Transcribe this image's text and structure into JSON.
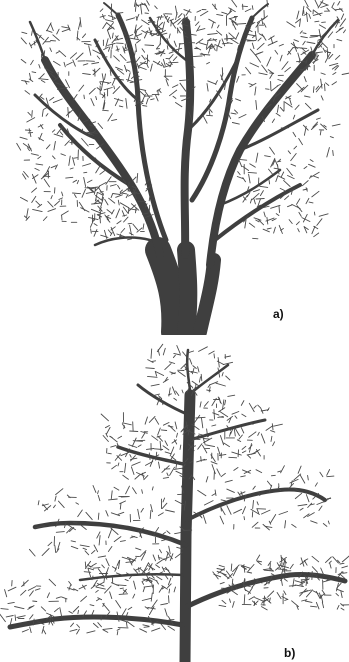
{
  "figure": {
    "panels": [
      {
        "id": "a",
        "label": "a)",
        "ink_color": "#3f3f3f"
      },
      {
        "id": "b",
        "label": "b)",
        "ink_color": "#3f3f3f"
      }
    ]
  }
}
